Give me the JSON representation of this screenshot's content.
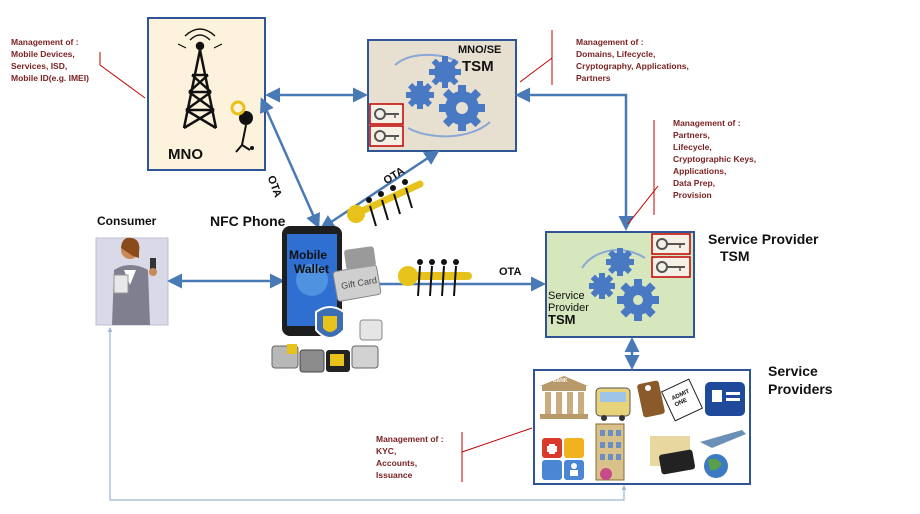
{
  "mno": {
    "label": "MNO",
    "notes": [
      "Management of :",
      "Mobile Devices,",
      "Services, ISD,",
      "Mobile ID(e.g. IMEI)"
    ]
  },
  "mno_tsm": {
    "label_top": "MNO/SE",
    "label_bottom": "TSM",
    "notes": [
      "Management of :",
      "Domains, Lifecycle,",
      "Cryptography, Applications,",
      "Partners"
    ]
  },
  "sp_tsm": {
    "inner_label": [
      "Service",
      "Provider",
      "TSM"
    ],
    "outer_label": [
      "Service Provider",
      "TSM"
    ],
    "notes": [
      "Management of :",
      "Partners,",
      "Lifecycle,",
      "Cryptographic Keys,",
      "Applications,",
      "Data Prep,",
      "Provision"
    ]
  },
  "service_providers": {
    "label": [
      "Service",
      "Providers"
    ],
    "notes": [
      "Management of :",
      "KYC,",
      "Accounts,",
      "Issuance"
    ],
    "bank_sign": "BANK",
    "ticket_text": [
      "ADMIT",
      "ONE"
    ]
  },
  "consumer": {
    "label": "Consumer"
  },
  "phone": {
    "label": "NFC Phone",
    "screen_text": [
      "Mobile",
      "Wallet"
    ],
    "card_text": "Gift Card"
  },
  "links": {
    "ota_1": "OTA",
    "ota_2": "OTA",
    "ota_3": "OTA"
  },
  "colors": {
    "arrow": "#4a7ab5",
    "box_border": "#2f5597",
    "annotation_text": "#7a1f1f",
    "annotation_line": "#c00000",
    "mno_bg": "#fdf3dc",
    "mno_tsm_bg": "#e7e0d0",
    "sp_tsm_bg": "#d6e7be",
    "gear": "#4a79c4"
  }
}
